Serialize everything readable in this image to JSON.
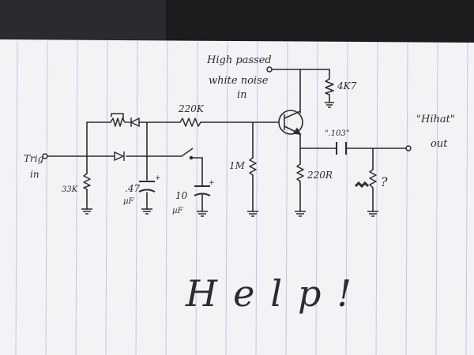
{
  "labels": {
    "noise_in_line1": "High passed",
    "noise_in_line2": "white noise",
    "noise_in_line3": "in",
    "r_collector": "4K7",
    "r_base": "220K",
    "cap_coupling": "\".103\"",
    "hihat_out_line1": "\"Hihat\"",
    "hihat_out_line2": "out",
    "trig_in_line1": "Trig",
    "trig_in_line2": "in",
    "r_trig": "33K",
    "cap_small_line1": ".47",
    "cap_small_line2": "µF",
    "cap_large_line1": "10",
    "cap_large_line2": "µF",
    "r_1m": "1M",
    "r_emitter": "220R",
    "r_output": "?",
    "help_text": "Help!"
  },
  "colors": {
    "paper": "#f4f4f6",
    "ink": "#2b2b30",
    "rule_line": "#aab4e0",
    "margin_line": "#e6b8c0",
    "background_top": "#1b1c1e"
  },
  "icons": [
    "transistor-icon",
    "diode-icon",
    "resistor-icon",
    "capacitor-icon",
    "ground-icon",
    "switch-icon"
  ]
}
